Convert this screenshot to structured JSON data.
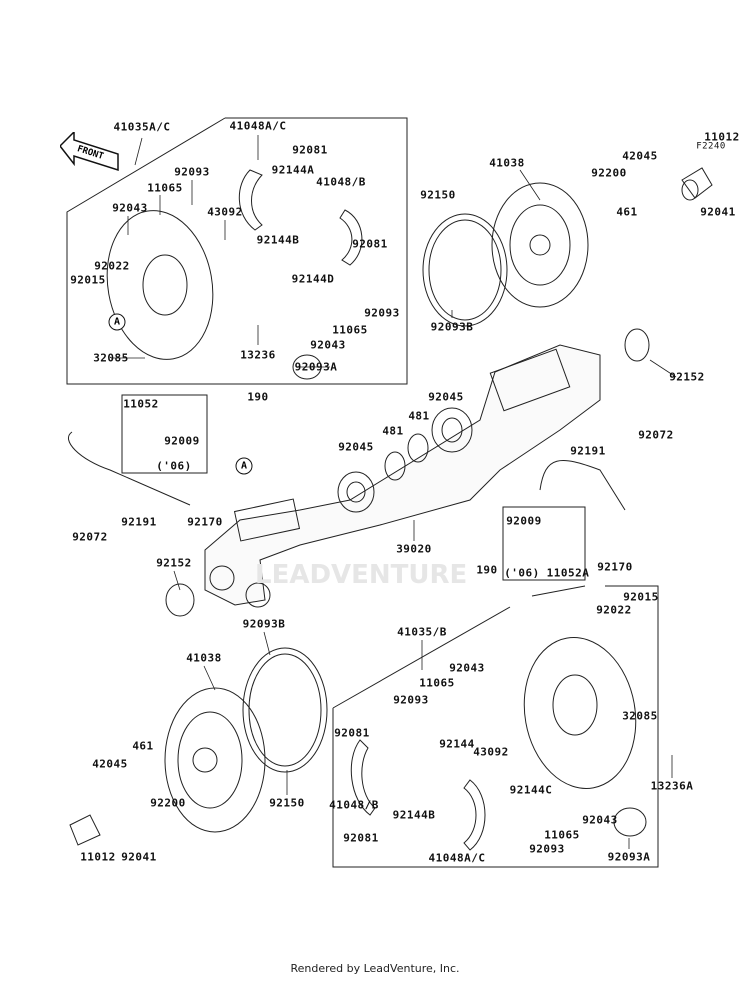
{
  "diagram_code": "F2240",
  "front_label": "FRONT",
  "watermark": "LEADVENTURE",
  "footer": "Rendered by LeadVenture, Inc.",
  "reference_marker": "A",
  "labels": [
    "41035A/C",
    "41048A/C",
    "92081",
    "92093",
    "92144A",
    "11065",
    "41048/B",
    "92043",
    "43092",
    "92144B",
    "92081",
    "92022",
    "92015",
    "92144D",
    "92093",
    "11065",
    "92043",
    "13236",
    "32085",
    "92093A",
    "190",
    "11012",
    "41038",
    "92200",
    "42045",
    "92150",
    "461",
    "92041",
    "92093B",
    "92152",
    "92045",
    "481",
    "92045",
    "481",
    "11052",
    "92009",
    "('06)",
    "92072",
    "92191",
    "92072",
    "92191",
    "92170",
    "92009",
    "('06)",
    "11052A",
    "92170",
    "39020",
    "92152",
    "190",
    "92093B",
    "41035/B",
    "92015",
    "92022",
    "41038",
    "92043",
    "11065",
    "92093",
    "92081",
    "32085",
    "92144",
    "43092",
    "461",
    "42045",
    "92144C",
    "13236A",
    "92200",
    "41048/B",
    "92150",
    "92144B",
    "92043",
    "11065",
    "92081",
    "92093",
    "41048A/C",
    "92093A",
    "11012",
    "92041"
  ]
}
